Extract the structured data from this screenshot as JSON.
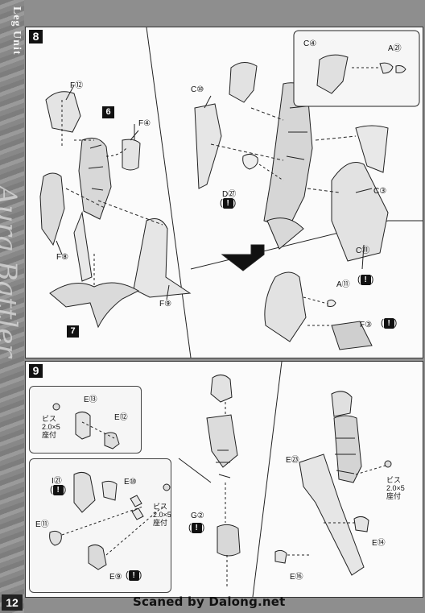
{
  "sidebar": {
    "title": "Leg Unit",
    "script": "Aura Battler",
    "page_number": "12"
  },
  "step8": {
    "number": "8",
    "labels": {
      "f12": "F⑫",
      "f4": "F④",
      "part6": "6",
      "c10": "C⑩",
      "c4": "C④",
      "a21": "A㉑",
      "d27": "D㉗",
      "c3": "C③",
      "f8": "F⑧",
      "f9": "F⑨",
      "c11": "C⑪",
      "part7": "7",
      "a11": "A⑪",
      "f3": "F③",
      "warn": "!"
    }
  },
  "step9": {
    "number": "9",
    "labels": {
      "e13": "E⑬",
      "e12": "E⑫",
      "screw1": "ビス",
      "screw1_size": "2.0×5",
      "screw1_note": "座付",
      "i21": "I㉑",
      "e10": "E⑩",
      "e11": "E⑪",
      "screw2": "ビス",
      "screw2_size": "2.0×5",
      "screw2_note": "座付",
      "e9": "E⑨",
      "g2": "G②",
      "e23": "E㉓",
      "screw3": "ビス",
      "screw3_size": "2.0×5",
      "screw3_note": "座付",
      "e14": "E⑭",
      "e16": "E⑯",
      "warn": "!"
    }
  },
  "footer": {
    "credit": "Scaned by Dalong.net"
  }
}
